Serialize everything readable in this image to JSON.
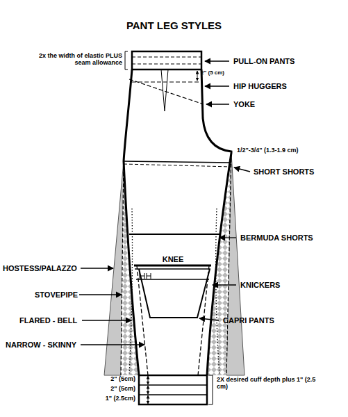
{
  "diagram": {
    "title": "PANT LEG STYLES",
    "labels": [
      "2x the width of elastic PLUS seam allowance",
      "PULL-ON PANTS",
      "2\" (5 cm)",
      "HIP HUGGERS",
      "YOKE",
      "1/2\"-3/4\" (1.3-1.9 cm)",
      "SHORT SHORTS",
      "BERMUDA SHORTS",
      "KNEE",
      "HOSTESS/PALAZZO",
      "KNICKERS",
      "STOVEPIPE",
      "FLARED - BELL",
      "CAPRI PANTS",
      "NARROW - SKINNY",
      "2\" (5cm)",
      "2\" (5cm)",
      "1\" (2.5cm)",
      "2X desired cuff depth plus 1\" (2.5 cm)"
    ]
  }
}
